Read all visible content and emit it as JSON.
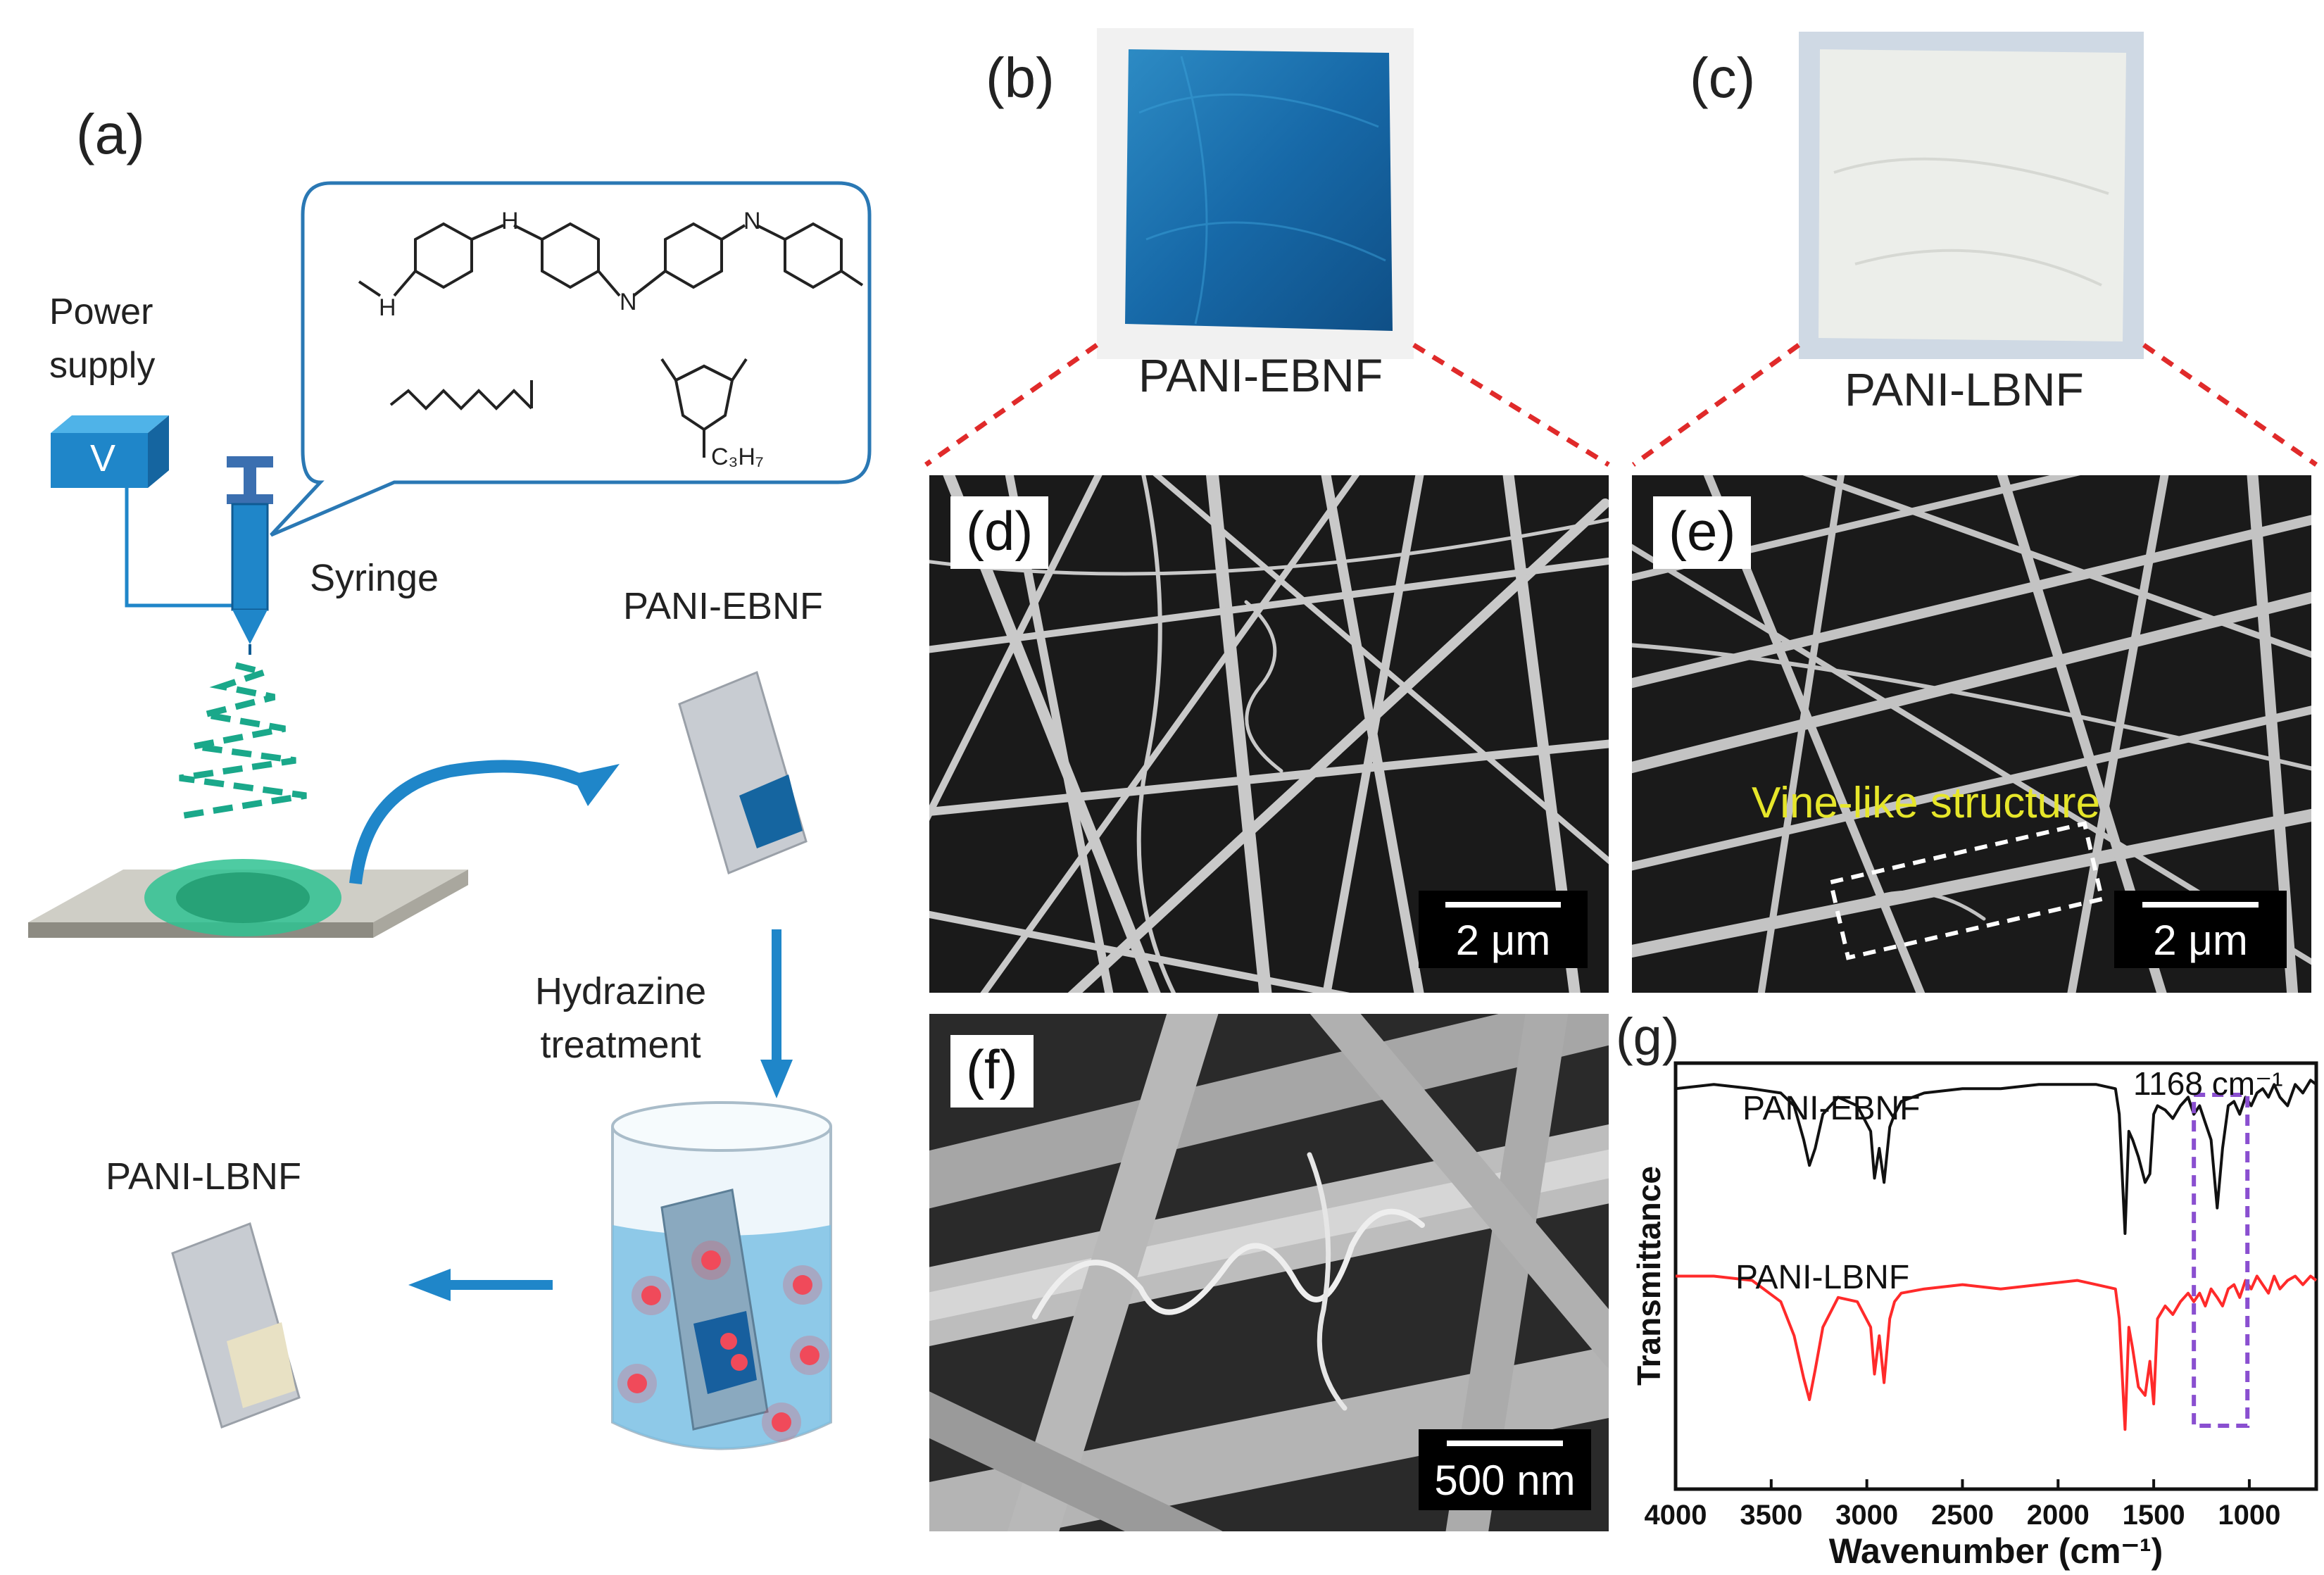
{
  "panel_labels": {
    "a": "(a)",
    "b": "(b)",
    "c": "(c)",
    "d": "(d)",
    "e": "(e)",
    "f": "(f)",
    "g": "(g)"
  },
  "schematic": {
    "power_supply": "Power\nsupply",
    "voltage_symbol": "V",
    "syringe": "Syringe",
    "pani_ebnf": "PANI-EBNF",
    "hydrazine": "Hydrazine\ntreatment",
    "pani_lbnf": "PANI-LBNF",
    "chem_labels": {
      "nh1": "H",
      "n_bottom": "H",
      "n_top": "N",
      "n_mid": "N",
      "c3h7": "C₃H₇"
    }
  },
  "photos": {
    "b_caption": "PANI-EBNF",
    "c_caption": "PANI-LBNF",
    "b_color": "#1769a8",
    "c_color": "#eceeea"
  },
  "sem": {
    "d_scale": "2 μm",
    "e_scale": "2 μm",
    "e_annotation": "Vine-like structure",
    "f_scale": "500 nm"
  },
  "colors": {
    "accent_blue": "#1b8cd0",
    "dashed_red": "#e02a2a",
    "ebnf_line": "#111111",
    "lbnf_line": "#ff2a2a",
    "highlight_box": "#8a4fd0",
    "annotation_yellow": "#e6e62a"
  },
  "chart_data": {
    "type": "line",
    "title": "",
    "xlabel": "Wavenumber (cm⁻¹)",
    "ylabel": "Transmittance",
    "xlim": [
      4000,
      650
    ],
    "x_reversed": true,
    "x_ticks": [
      "4000",
      "3500",
      "3000",
      "2500",
      "2000",
      "1500",
      "1000"
    ],
    "x_tick_values": [
      4000,
      3500,
      3000,
      2500,
      2000,
      1500,
      1000
    ],
    "annotation": "1168 cm⁻¹",
    "highlight_range": [
      1290,
      1010
    ],
    "series": [
      {
        "name": "PANI-EBNF",
        "x": [
          4000,
          3800,
          3600,
          3450,
          3380,
          3330,
          3300,
          3270,
          3230,
          3150,
          3050,
          2980,
          2960,
          2935,
          2910,
          2880,
          2855,
          2820,
          2700,
          2500,
          2300,
          2100,
          1900,
          1800,
          1700,
          1680,
          1650,
          1630,
          1610,
          1580,
          1545,
          1520,
          1500,
          1480,
          1440,
          1400,
          1360,
          1320,
          1290,
          1260,
          1230,
          1200,
          1168,
          1140,
          1110,
          1080,
          1050,
          1020,
          990,
          960,
          930,
          900,
          870,
          840,
          800,
          760,
          720,
          680,
          650
        ],
        "y": [
          0.94,
          0.95,
          0.94,
          0.93,
          0.9,
          0.82,
          0.76,
          0.8,
          0.88,
          0.92,
          0.9,
          0.84,
          0.73,
          0.8,
          0.72,
          0.85,
          0.88,
          0.91,
          0.93,
          0.94,
          0.94,
          0.95,
          0.95,
          0.95,
          0.94,
          0.88,
          0.6,
          0.84,
          0.82,
          0.78,
          0.72,
          0.74,
          0.88,
          0.9,
          0.89,
          0.87,
          0.9,
          0.92,
          0.88,
          0.9,
          0.86,
          0.82,
          0.66,
          0.8,
          0.9,
          0.91,
          0.88,
          0.92,
          0.9,
          0.93,
          0.94,
          0.92,
          0.95,
          0.92,
          0.9,
          0.95,
          0.93,
          0.96,
          0.95
        ]
      },
      {
        "name": "PANI-LBNF",
        "x": [
          4000,
          3800,
          3600,
          3450,
          3380,
          3330,
          3300,
          3270,
          3230,
          3150,
          3050,
          2980,
          2960,
          2935,
          2910,
          2880,
          2855,
          2820,
          2700,
          2500,
          2300,
          2100,
          1900,
          1800,
          1700,
          1680,
          1650,
          1630,
          1610,
          1580,
          1545,
          1520,
          1500,
          1480,
          1440,
          1400,
          1360,
          1320,
          1290,
          1260,
          1230,
          1200,
          1168,
          1140,
          1110,
          1080,
          1050,
          1020,
          990,
          960,
          930,
          900,
          870,
          840,
          800,
          760,
          720,
          680,
          650
        ],
        "y": [
          0.5,
          0.5,
          0.49,
          0.44,
          0.36,
          0.26,
          0.21,
          0.28,
          0.38,
          0.45,
          0.44,
          0.38,
          0.27,
          0.36,
          0.25,
          0.4,
          0.44,
          0.46,
          0.47,
          0.48,
          0.47,
          0.48,
          0.49,
          0.48,
          0.47,
          0.4,
          0.14,
          0.38,
          0.33,
          0.24,
          0.22,
          0.3,
          0.2,
          0.4,
          0.43,
          0.41,
          0.44,
          0.46,
          0.44,
          0.46,
          0.43,
          0.47,
          0.45,
          0.43,
          0.47,
          0.48,
          0.45,
          0.49,
          0.47,
          0.5,
          0.48,
          0.46,
          0.5,
          0.47,
          0.49,
          0.5,
          0.48,
          0.5,
          0.49
        ]
      }
    ]
  }
}
